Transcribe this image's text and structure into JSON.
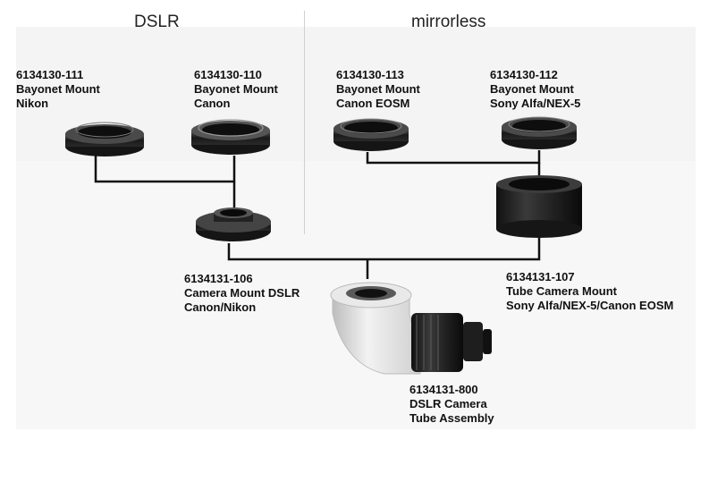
{
  "sections": {
    "left": "DSLR",
    "right": "mirrorless"
  },
  "parts": {
    "nikon_mount": {
      "lines": [
        "6134130-111",
        "Bayonet Mount",
        "Nikon"
      ]
    },
    "canon_mount": {
      "lines": [
        "6134130-110",
        "Bayonet Mount",
        "Canon"
      ]
    },
    "canon_eosm_mount": {
      "lines": [
        "6134130-113",
        "Bayonet Mount",
        "Canon EOSM"
      ]
    },
    "sony_mount": {
      "lines": [
        "6134130-112",
        "Bayonet Mount",
        "Sony Alfa/NEX-5"
      ]
    },
    "camera_mount_dslr": {
      "lines": [
        "6134131-106",
        "Camera Mount DSLR",
        "Canon/Nikon"
      ]
    },
    "tube_camera_mount": {
      "lines": [
        "6134131-107",
        "Tube Camera Mount",
        "Sony Alfa/NEX-5/Canon EOSM"
      ]
    },
    "tube_assembly": {
      "lines": [
        "6134131-800",
        "DSLR Camera",
        "Tube Assembly"
      ]
    }
  },
  "colors": {
    "line": "#111111",
    "ring_dark": "#1b1b1b",
    "ring_mid": "#3a3a3a",
    "ring_light": "#6a6a6a",
    "body_white": "#e6e6e6"
  }
}
